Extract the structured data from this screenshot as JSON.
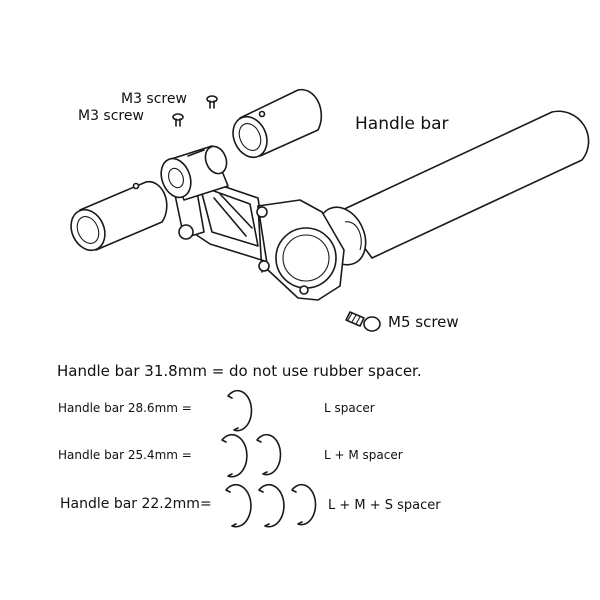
{
  "callouts": {
    "m3_screw_upper": "M3 screw",
    "m3_screw_lower": "M3 screw",
    "handle_bar": "Handle bar",
    "m5_screw": "M5 screw"
  },
  "notes": {
    "size_31_8": "Handle bar 31.8mm = do not use rubber spacer.",
    "rows": [
      {
        "size": "Handle bar 28.6mm =",
        "spacers": "L  spacer"
      },
      {
        "size": "Handle bar 25.4mm =",
        "spacers": "L + M  spacer"
      },
      {
        "size": "Handle bar 22.2mm=",
        "spacers": "L + M + S  spacer"
      }
    ]
  }
}
